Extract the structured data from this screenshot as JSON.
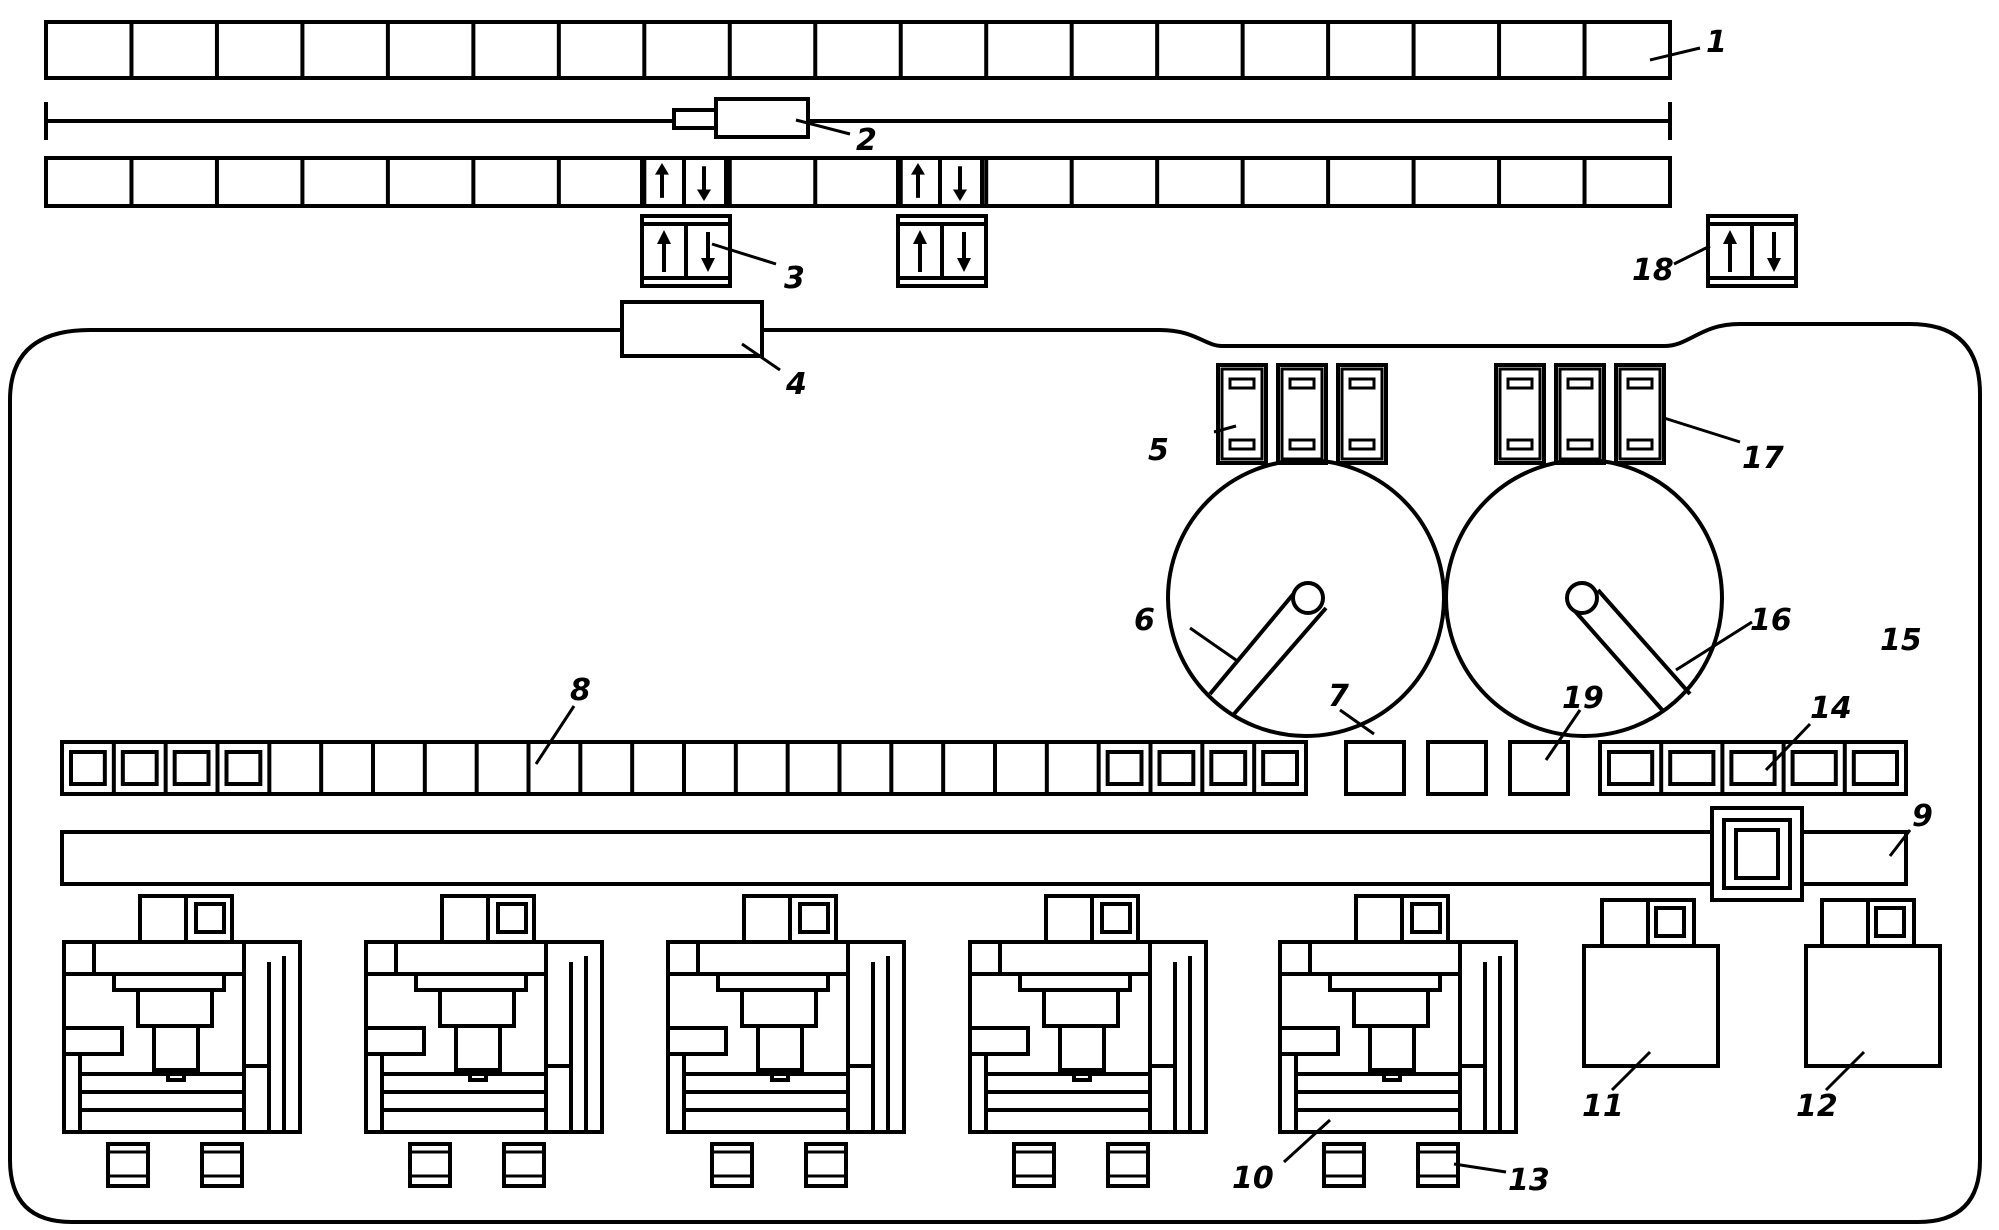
{
  "diagram": {
    "labels": [
      "1",
      "2",
      "3",
      "4",
      "5",
      "6",
      "7",
      "8",
      "9",
      "10",
      "11",
      "12",
      "13",
      "14",
      "15",
      "16",
      "17",
      "18",
      "19"
    ]
  },
  "colors": {
    "line": "#000000",
    "background": "#ffffff"
  }
}
